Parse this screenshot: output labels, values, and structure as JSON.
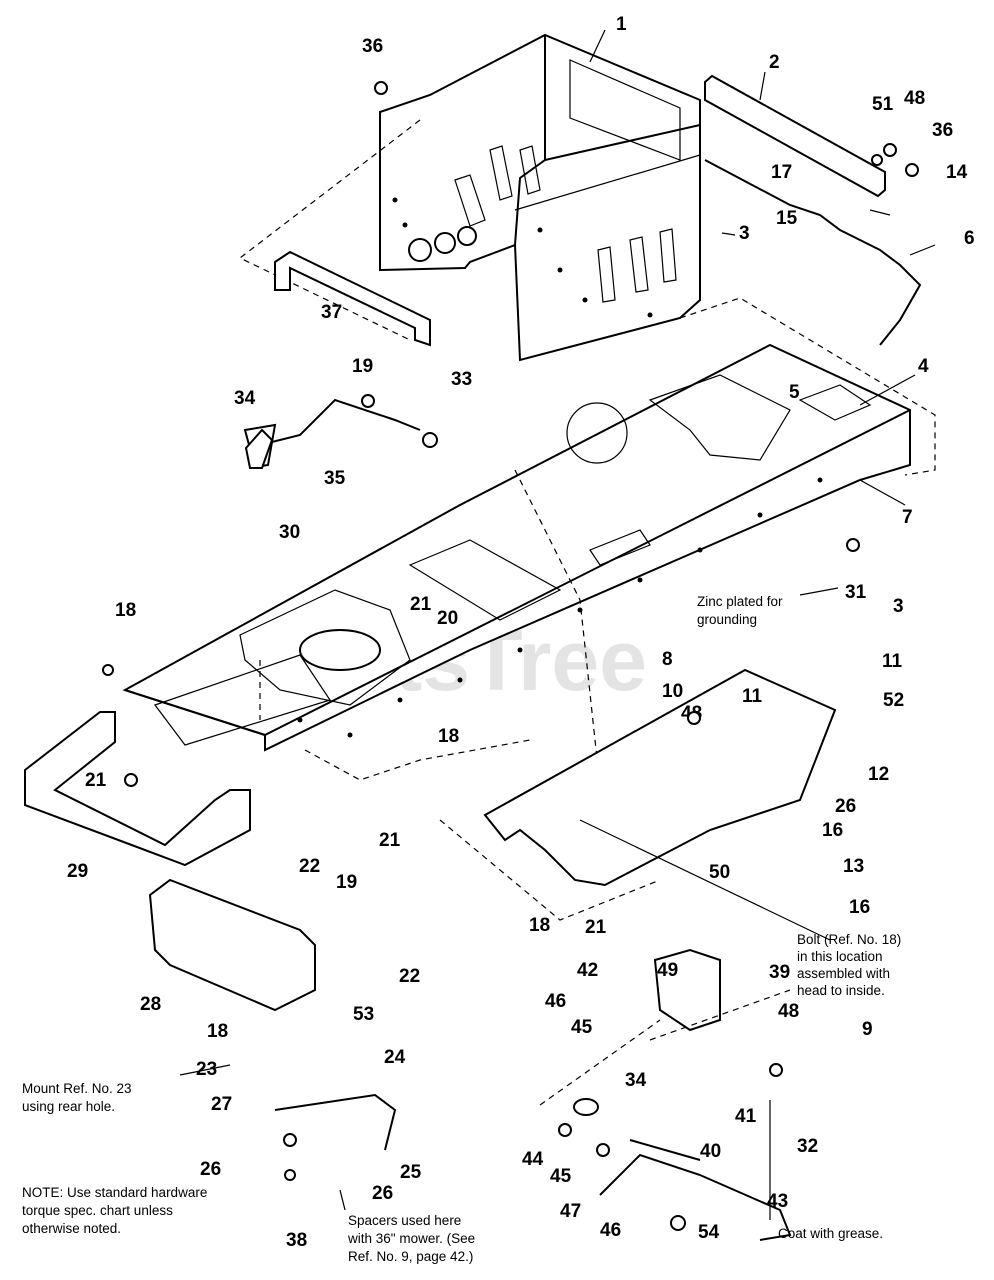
{
  "watermark": "PartsTree",
  "callouts": {
    "c1": "1",
    "c2": "2",
    "c3a": "3",
    "c3b": "3",
    "c4": "4",
    "c5": "5",
    "c6": "6",
    "c7": "7",
    "c8": "8",
    "c9": "9",
    "c10": "10",
    "c11a": "11",
    "c11b": "11",
    "c12": "12",
    "c13": "13",
    "c14": "14",
    "c15": "15",
    "c16a": "16",
    "c16b": "16",
    "c17": "17",
    "c18a": "18",
    "c18b": "18",
    "c18c": "18",
    "c18d": "18",
    "c19a": "19",
    "c19b": "19",
    "c20": "20",
    "c21a": "21",
    "c21b": "21",
    "c21c": "21",
    "c21d": "21",
    "c22a": "22",
    "c22b": "22",
    "c23": "23",
    "c24": "24",
    "c25": "25",
    "c26a": "26",
    "c26b": "26",
    "c26c": "26",
    "c27": "27",
    "c28": "28",
    "c29": "29",
    "c30": "30",
    "c31": "31",
    "c32": "32",
    "c33": "33",
    "c34a": "34",
    "c34b": "34",
    "c35": "35",
    "c36a": "36",
    "c36b": "36",
    "c37": "37",
    "c38": "38",
    "c39": "39",
    "c40": "40",
    "c41": "41",
    "c42": "42",
    "c43": "43",
    "c44": "44",
    "c45a": "45",
    "c45b": "45",
    "c46a": "46",
    "c46b": "46",
    "c47": "47",
    "c48a": "48",
    "c48b": "48",
    "c48c": "48",
    "c49": "49",
    "c50": "50",
    "c51": "51",
    "c52": "52",
    "c53": "53",
    "c54": "54"
  },
  "notes": {
    "zinc_line1": "Zinc plated for",
    "zinc_line2": "grounding",
    "bolt_line1": "Bolt (Ref. No. 18)",
    "bolt_line2": "in this location",
    "bolt_line3": "assembled with",
    "bolt_line4": "head to inside.",
    "mount_line1": "Mount Ref. No. 23",
    "mount_line2": "using rear hole.",
    "note_line1": "NOTE: Use standard hardware",
    "note_line2": "torque spec. chart unless",
    "note_line3": "otherwise noted.",
    "spacer_line1": "Spacers used here",
    "spacer_line2": "with 36\" mower. (See",
    "spacer_line3": "Ref. No. 9, page 42.)",
    "grease": "Coat with grease."
  }
}
